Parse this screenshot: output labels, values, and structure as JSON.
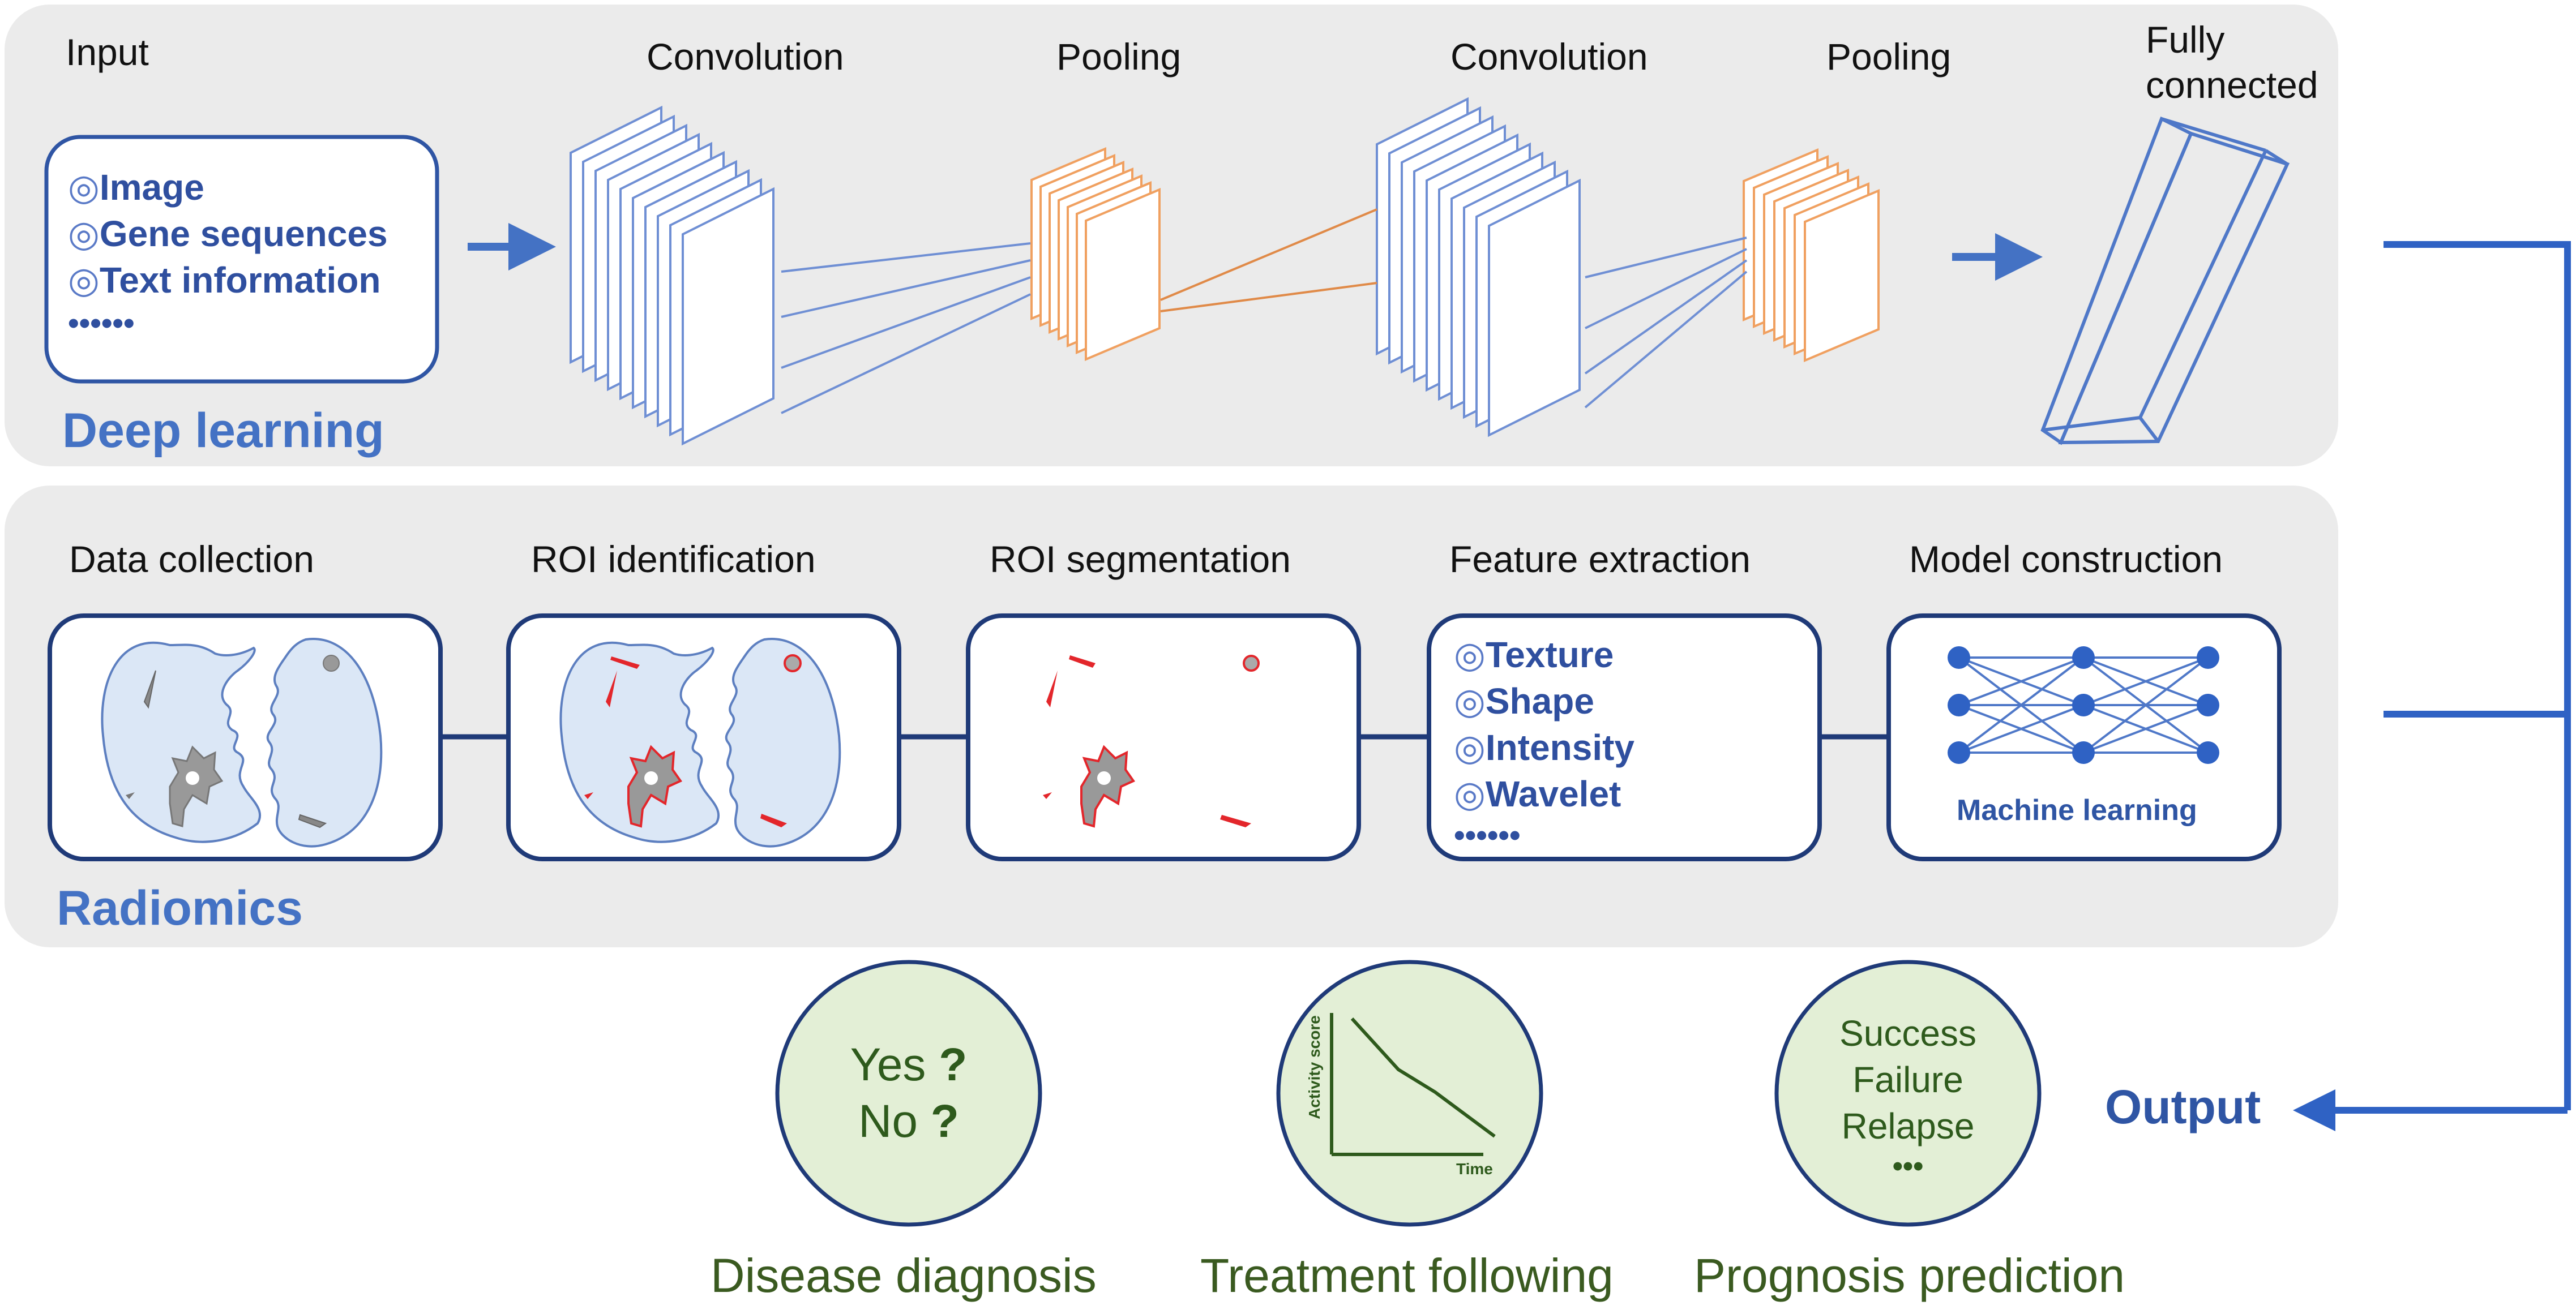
{
  "deep_learning": {
    "section_title": "Deep learning",
    "stages": [
      "Input",
      "Convolution",
      "Pooling",
      "Convolution",
      "Pooling",
      "Fully connected"
    ],
    "input_items": [
      "Image",
      "Gene sequences",
      "Text information",
      "••••••"
    ]
  },
  "radiomics": {
    "section_title": "Radiomics",
    "stages": [
      "Data collection",
      "ROI identification",
      "ROI segmentation",
      "Feature extraction",
      "Model construction"
    ],
    "features": [
      "Texture",
      "Shape",
      "Intensity",
      "Wavelet",
      "••••••"
    ],
    "model_label": "Machine learning"
  },
  "output": {
    "label": "Output",
    "diagnosis": {
      "lines": [
        "Yes",
        "No"
      ],
      "mark": "?",
      "title": "Disease diagnosis"
    },
    "treatment": {
      "ylabel": "Activity score",
      "xlabel": "Time",
      "title": "Treatment following"
    },
    "prognosis": {
      "lines": [
        "Success",
        "Failure",
        "Relapse",
        "•••"
      ],
      "title": "Prognosis prediction"
    }
  },
  "colors": {
    "accent_blue": "#4472c4",
    "panel_bg": "#ebebeb",
    "conv_blue": "#6f8fd4",
    "pool_orange": "#f0a060",
    "lung_fill": "#dbe7f6",
    "lesion_red": "#e3262b",
    "output_green_fill": "#e3efd6",
    "output_green_text": "#2e5a1c"
  }
}
